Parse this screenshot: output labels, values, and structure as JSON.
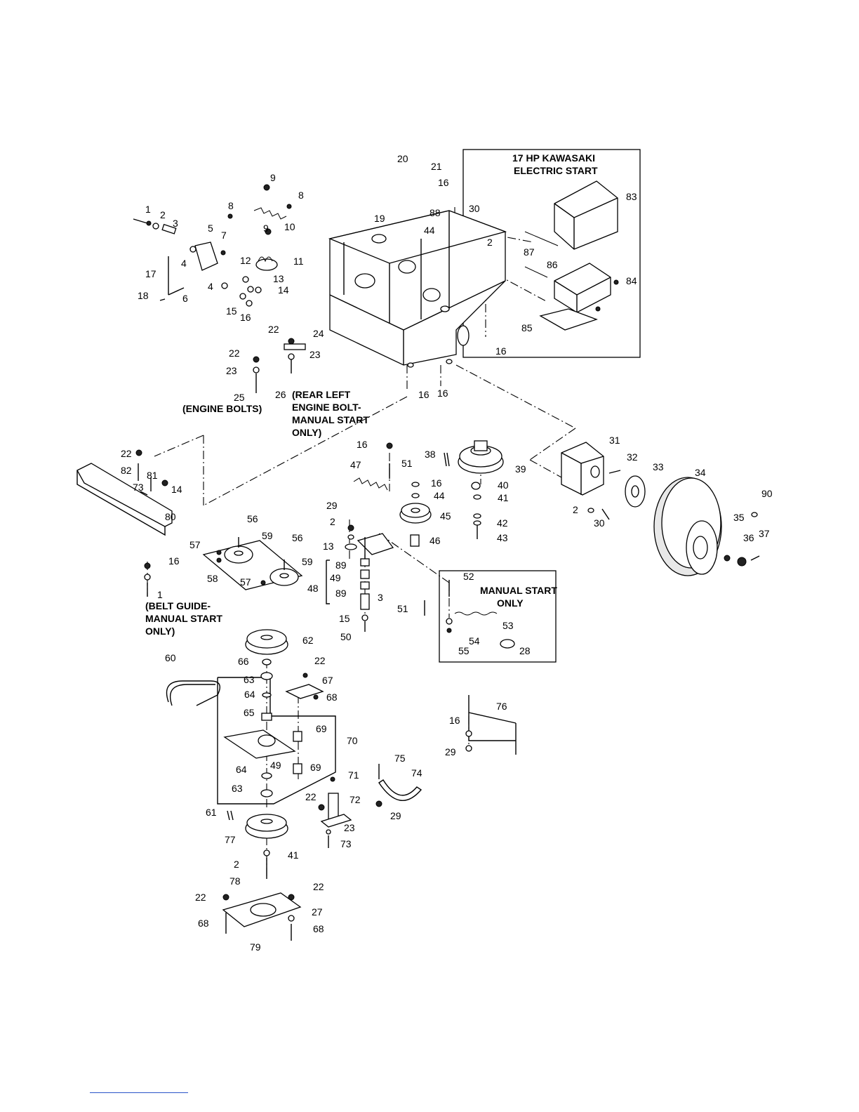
{
  "box_labels": {
    "kawasaki_line1": "17 HP KAWASAKI",
    "kawasaki_line2": "ELECTRIC START",
    "manual_line1": "MANUAL START",
    "manual_line2": "ONLY"
  },
  "notes": {
    "engine_bolts": "(ENGINE BOLTS)",
    "rear_left_1": "(REAR LEFT",
    "rear_left_2": "ENGINE BOLT-",
    "rear_left_3": "MANUAL START",
    "rear_left_4": "ONLY)",
    "belt_guide_1": "(BELT GUIDE-",
    "belt_guide_2": "MANUAL START",
    "belt_guide_3": "ONLY)"
  },
  "callouts": [
    "1",
    "2",
    "3",
    "4",
    "4",
    "5",
    "6",
    "7",
    "8",
    "8",
    "9",
    "9",
    "10",
    "11",
    "12",
    "13",
    "14",
    "15",
    "16",
    "17",
    "18",
    "20",
    "21",
    "16",
    "88",
    "44",
    "30",
    "2",
    "19",
    "83",
    "87",
    "86",
    "84",
    "85",
    "16",
    "22",
    "24",
    "23",
    "22",
    "23",
    "25",
    "26",
    "16",
    "16",
    "22",
    "82",
    "81",
    "73",
    "14",
    "80",
    "16",
    "47",
    "51",
    "38",
    "39",
    "16",
    "44",
    "40",
    "41",
    "45",
    "42",
    "43",
    "46",
    "31",
    "32",
    "33",
    "34",
    "90",
    "2",
    "30",
    "35",
    "36",
    "37",
    "29",
    "2",
    "13",
    "89",
    "49",
    "89",
    "48",
    "3",
    "15",
    "50",
    "51",
    "56",
    "56",
    "59",
    "59",
    "57",
    "57",
    "58",
    "16",
    "1",
    "52",
    "53",
    "54",
    "55",
    "28",
    "62",
    "60",
    "66",
    "22",
    "63",
    "67",
    "68",
    "64",
    "65",
    "69",
    "70",
    "49",
    "64",
    "69",
    "63",
    "71",
    "72",
    "22",
    "23",
    "73",
    "61",
    "77",
    "2",
    "41",
    "78",
    "75",
    "74",
    "29",
    "76",
    "16",
    "29",
    "22",
    "22",
    "27",
    "68",
    "68",
    "79"
  ]
}
